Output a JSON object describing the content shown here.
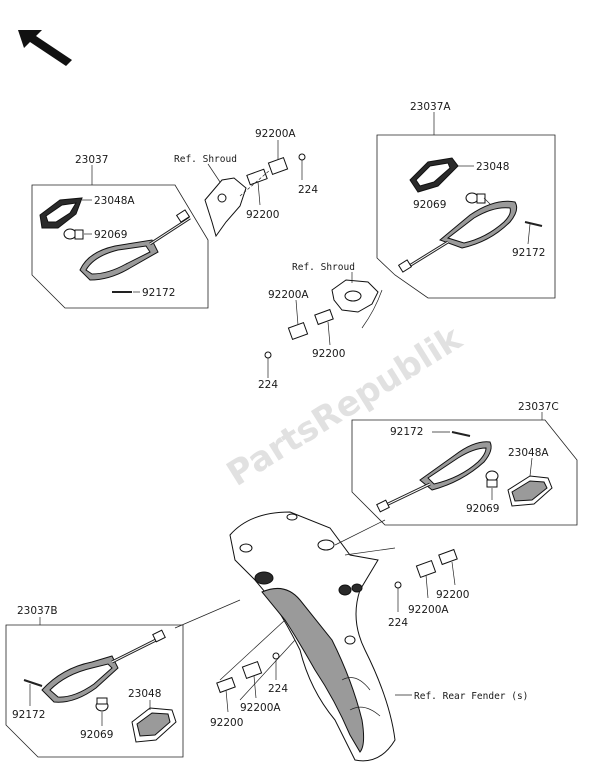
{
  "watermark": "PartsRepublik",
  "labels": {
    "a23037": "23037",
    "a23048A": "23048A",
    "a92069": "92069",
    "a92172": "92172",
    "shroud1": "Ref. Shroud",
    "b92200A": "92200A",
    "b224": "224",
    "b92200": "92200",
    "c23037A": "23037A",
    "c23048": "23048",
    "c92069": "92069",
    "c92172": "92172",
    "shroud2": "Ref. Shroud",
    "d92200A": "92200A",
    "d92200": "92200",
    "d224": "224",
    "e23037C": "23037C",
    "e92172": "92172",
    "e23048A": "23048A",
    "e92069": "92069",
    "f224": "224",
    "f92200A": "92200A",
    "f92200": "92200",
    "g23037B": "23037B",
    "g92172": "92172",
    "g23048": "23048",
    "g92069": "92069",
    "h224": "224",
    "h92200": "92200",
    "h92200A": "92200A",
    "fender": "Ref. Rear Fender (s)"
  }
}
